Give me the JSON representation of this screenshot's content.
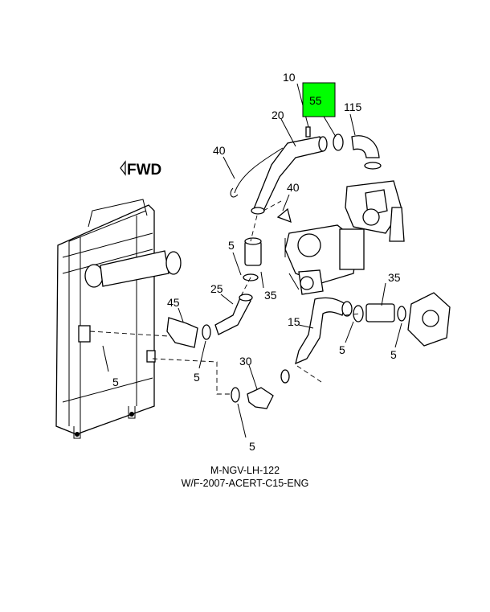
{
  "diagram": {
    "orientation_label": "FWD",
    "highlight_color": "#00ff00",
    "callouts": {
      "c10": "10",
      "c55": "55",
      "c115": "115",
      "c20": "20",
      "c40a": "40",
      "c40b": "40",
      "c5a": "5",
      "c25": "25",
      "c35a": "35",
      "c35b": "35",
      "c45": "45",
      "c15": "15",
      "c5b": "5",
      "c5c": "5",
      "c5d": "5",
      "c5e": "5",
      "c30": "30",
      "c5f": "5"
    }
  },
  "caption": {
    "line1": "M-NGV-LH-122",
    "line2": "W/F-2007-ACERT-C15-ENG"
  }
}
